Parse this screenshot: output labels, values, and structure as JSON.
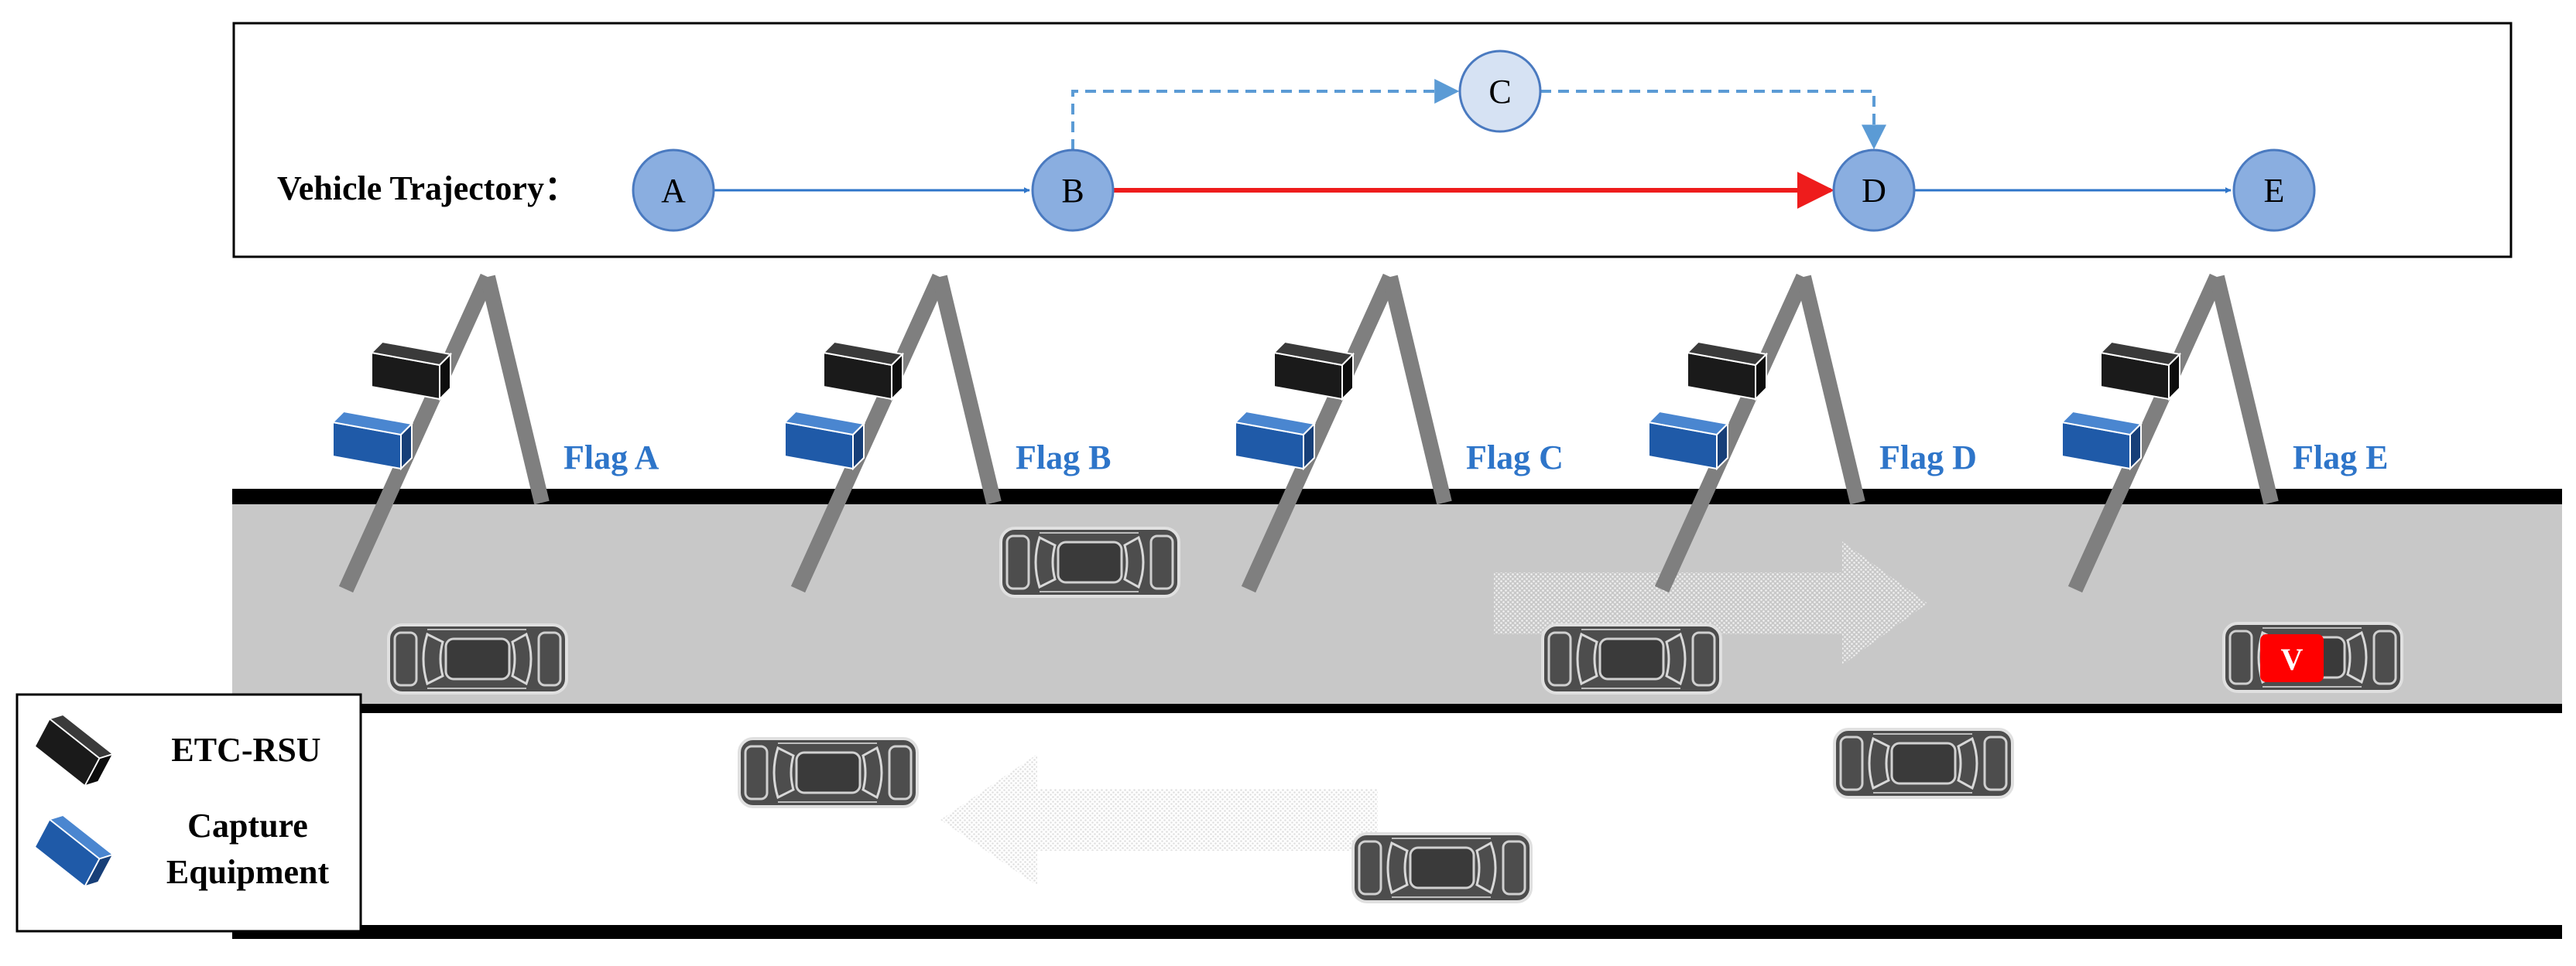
{
  "trajectory": {
    "label": "Vehicle Trajectory：",
    "nodes": [
      {
        "id": "A",
        "label": "A",
        "style": "main"
      },
      {
        "id": "B",
        "label": "B",
        "style": "main"
      },
      {
        "id": "C",
        "label": "C",
        "style": "light"
      },
      {
        "id": "D",
        "label": "D",
        "style": "main"
      },
      {
        "id": "E",
        "label": "E",
        "style": "main"
      }
    ],
    "edges": [
      {
        "from": "A",
        "to": "B",
        "style": "solid-blue"
      },
      {
        "from": "B",
        "to": "D",
        "style": "solid-red"
      },
      {
        "from": "D",
        "to": "E",
        "style": "solid-blue"
      },
      {
        "from": "B",
        "to": "C",
        "style": "dashed-blue"
      },
      {
        "from": "C",
        "to": "D",
        "style": "dashed-blue"
      }
    ]
  },
  "gantries": [
    {
      "label": "Flag A"
    },
    {
      "label": "Flag B"
    },
    {
      "label": "Flag C"
    },
    {
      "label": "Flag D"
    },
    {
      "label": "Flag E"
    }
  ],
  "target_vehicle": {
    "label": "V"
  },
  "legend": {
    "etc_rsu": "ETC-RSU",
    "capture_line1": "Capture",
    "capture_line2": "Equipment"
  },
  "colors": {
    "node_main": "#8aaee0",
    "node_light": "#d6e2f3",
    "node_stroke": "#4a7ac0",
    "edge_blue": "#2e75c9",
    "edge_red": "#ee1c1c",
    "edge_dashed": "#5b9bd5",
    "flag_text": "#2e75c9",
    "road": "#c8c8c8",
    "pole": "#7f7f7f",
    "rsu": "#1a1a1a",
    "capture": "#1f5aa8",
    "car": "#4d4d4d",
    "target": "#ff0000"
  }
}
